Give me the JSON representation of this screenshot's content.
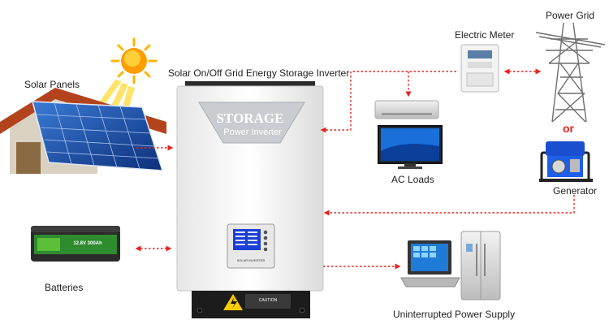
{
  "labels": {
    "inverter": "Solar On/Off Grid Energy Storage Inverter",
    "solar_panels": "Solar Panels",
    "electric_meter": "Electric Meter",
    "power_grid": "Power Grid",
    "or": "or",
    "generator": "Generator",
    "ac_loads": "AC Loads",
    "batteries": "Batteries",
    "ups": "Uninterrupted Power Supply"
  },
  "inverter_panel": {
    "brand": "STORAGE",
    "subtitle": "Power Inverter",
    "screen_label": "SOLAR INVERTER",
    "caution": "CAUTION"
  },
  "battery": {
    "spec": "12.8V 300Ah"
  },
  "colors": {
    "arrow": "#e8231f",
    "inverter_body": "#f4f4f4",
    "inverter_top": "#2b2b2b",
    "screen": "#1b3fd6"
  }
}
